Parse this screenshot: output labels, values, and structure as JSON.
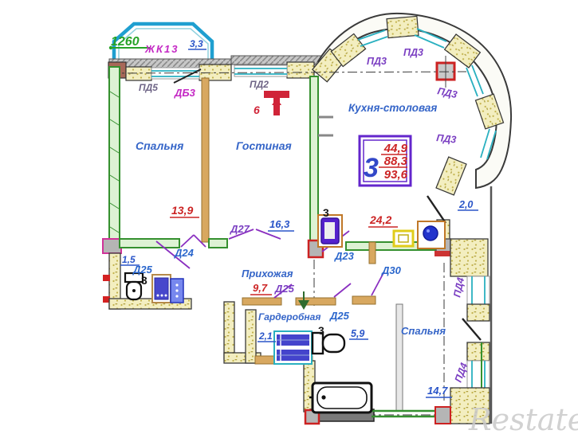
{
  "colors": {
    "room-label": "#3565c8",
    "area-red": "#cc2525",
    "area-blue": "#2a55c8",
    "mark-blue": "#2a66cc",
    "mark-purple": "#7a3ec2",
    "mark-magenta": "#c428c4",
    "mark-gray": "#6e6486",
    "dim-green": "#27a327",
    "stamp-border": "#6326cc",
    "stamp-number": "#3348c8",
    "red-symbol": "#d02438",
    "watermark": "#c9c9c9"
  },
  "rooms": {
    "bedroom1": {
      "name": "Спальня",
      "area": "13,9"
    },
    "living": {
      "name": "Гостиная",
      "area": "16,3"
    },
    "kitchen": {
      "name": "Кухня-столовая",
      "area": "24,2"
    },
    "hall": {
      "name": "Прихожая",
      "area": "9,7"
    },
    "wardrobe": {
      "name": "Гардеробная",
      "area": "2,1"
    },
    "bathroom": {
      "area": "5,9"
    },
    "wc": {
      "area": "1,5"
    },
    "bedroom2": {
      "name": "Спальня",
      "area": "14,7"
    },
    "balcony_top": {
      "area": "3,3"
    },
    "balcony_right": {
      "area": "2,0"
    }
  },
  "stamp": {
    "flat_number": "3",
    "living_area": "44,9",
    "area": "88,3",
    "total_area": "93,6"
  },
  "marks": {
    "dimension": "1260",
    "series": "ЖК13",
    "window_pd5": "ПД5",
    "window_pd2": "ПД2",
    "window_pd3": "ПД3",
    "window_pd4": "ПД4",
    "balcony_door_db3": "ДБ3",
    "door_d23": "Д23",
    "door_d24": "Д24",
    "door_d25": "Д25",
    "door_d27": "Д27",
    "door_d30": "Д30",
    "vent_number": "6",
    "riser_number": "3"
  },
  "watermark": "Restate"
}
